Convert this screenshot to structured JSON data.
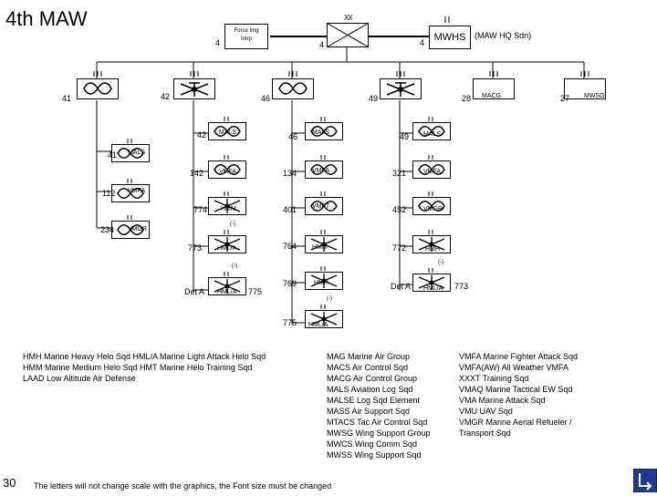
{
  "title": "4th MAW",
  "page_number": "30",
  "footnote": "The letters will not change scale with the graphics, the Font size must be changed",
  "top": {
    "hq_echelon": "XX",
    "force_recon": "Force Img\nIntrp",
    "force_recon_line1": "Force Img",
    "force_recon_line2": "Intrp",
    "num_left": "4",
    "num_mid": "4",
    "num_right": "4",
    "mwhs": "MWHS",
    "mwhs_note": "(MAW HQ Sdn)"
  },
  "groups": {
    "g41": "41",
    "g42": "42",
    "g46": "46",
    "g49": "49",
    "g28": "28",
    "g28_label": "MACG",
    "g27": "27",
    "g27_label": "MWSG"
  },
  "units": {
    "u41_num": "41",
    "u41_label": "MALS",
    "u112_num": "112",
    "u112_label": "VMFA",
    "u234_num": "234",
    "u234_label": "VMGR",
    "u42_num": "42",
    "u42_label": "MALS",
    "u142_num": "142",
    "u142_label": "VMFA",
    "u774_num": "774",
    "u774_label": "HMM",
    "u773_num": "773",
    "u773_label": "HML/A",
    "detA1_num": "Det A",
    "detA1_label": "HML/A",
    "u775a": "775",
    "u46_num": "46",
    "u46_label": "MALS",
    "u134_num": "134",
    "u134_label": "VMFA",
    "u401_num": "401",
    "u401_label": "VMFT",
    "u764_num": "764",
    "u764_label": "HMM",
    "u769_num": "769",
    "u769_label": "HMH",
    "u775b_num": "775",
    "u775b_label": "HML/A",
    "u49_num": "49",
    "u49_label": "MALS",
    "u321_num": "321",
    "u321_label": "VMFA",
    "u452_num": "452",
    "u452_label": "VMGR",
    "u772_num": "772",
    "u772_label": "HMH",
    "detA2_num": "Det A",
    "detA2_label": "HML/A",
    "u773b": "773",
    "minus": "(-)"
  },
  "legend_col1": [
    "HMH Marine Heavy Helo Sqd    HML/A Marine Light Attack Helo Sqd",
    "HMM Marine Medium Helo Sqd  HMT  Marine Helo Training Sqd",
    "LAAD Low Altitude Air Defense"
  ],
  "legend_col2": [
    "MAG Marine Air Group",
    "MACS Air Control Sqd",
    "MACG  Air Control Group",
    "MALS Aviation Log Sqd",
    "MALSE Log Sqd Element",
    "MASS Air Support Sqd",
    "MTACS Tac Air Control Sqd",
    "MWSG Wing Support Group",
    "MWCS Wing Comm Sqd",
    "MWSS Wing Support Sqd"
  ],
  "legend_col3": [
    "VMFA Marine Fighter Attack Sqd",
    "VMFA(AW) All Weather VMFA",
    "XXXT Training Sqd",
    "VMAQ Marine Tactical EW Sqd",
    "VMA Marine Attack Sqd",
    "VMU UAV Sqd",
    "VMGR Marine Aerial Refueler /",
    "Transport Sqd"
  ]
}
